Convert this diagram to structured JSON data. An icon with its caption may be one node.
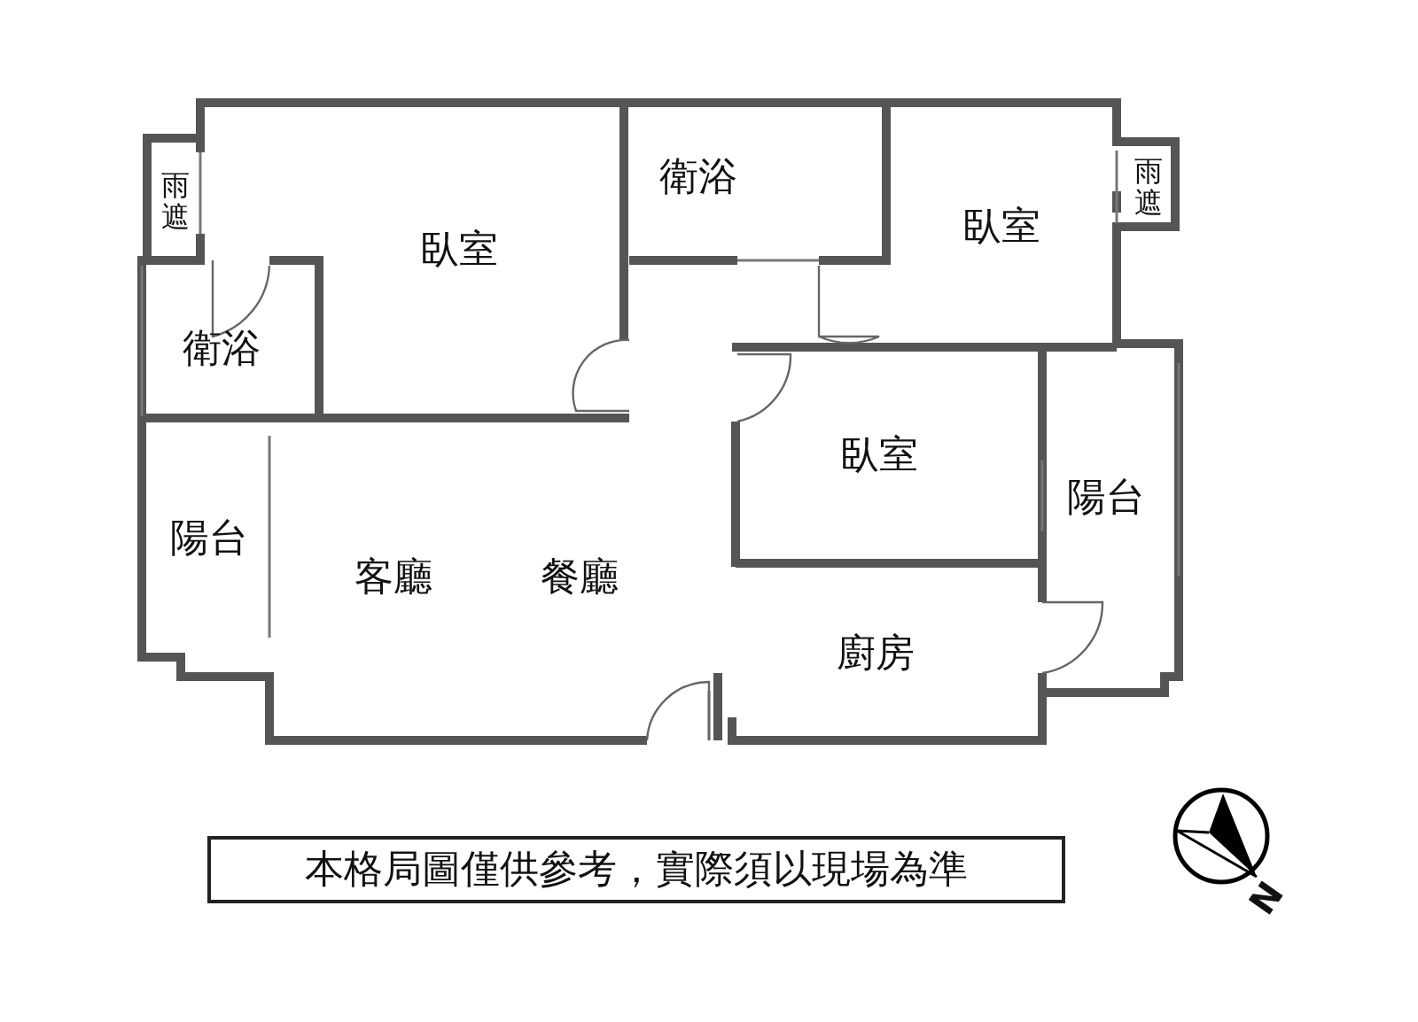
{
  "diagram": {
    "nodes": [
      {
        "text": [
          "本格局圖僅供參考，實際須以現場為準"
        ]
      }
    ],
    "edges": [],
    "labels": [
      "雨遮",
      "衛浴",
      "臥室",
      "臥室",
      "雨遮",
      "衛浴",
      "臥室",
      "陽台",
      "陽台",
      "客廳",
      "餐廳",
      "廚房",
      "N"
    ]
  }
}
